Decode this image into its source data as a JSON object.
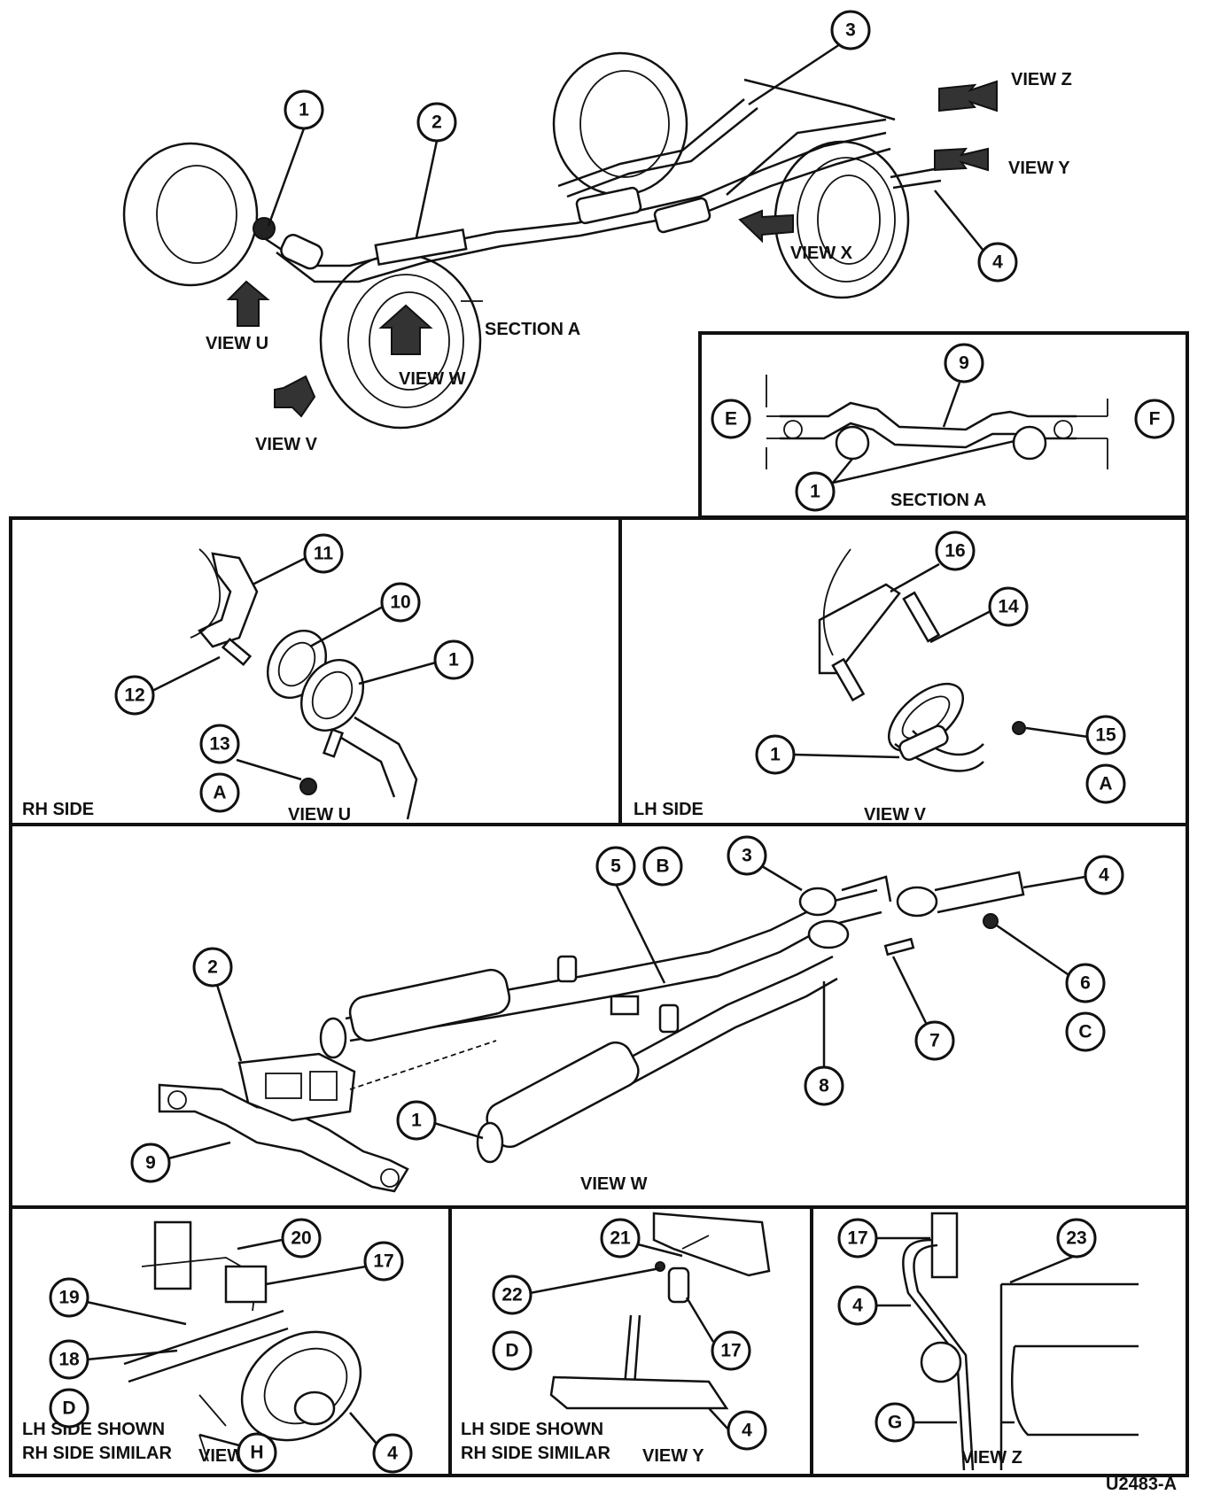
{
  "top": {
    "view_z": "VIEW Z",
    "view_y": "VIEW Y",
    "view_x": "VIEW X",
    "view_u": "VIEW U",
    "view_v": "VIEW V",
    "view_w": "VIEW W",
    "section_a": "SECTION A",
    "callouts": [
      "1",
      "2",
      "3",
      "4"
    ]
  },
  "section_a_panel": {
    "title": "SECTION A",
    "callouts": [
      "9",
      "1",
      "E",
      "F"
    ]
  },
  "view_u_panel": {
    "title": "VIEW U",
    "side": "RH SIDE",
    "callouts": [
      "11",
      "10",
      "1",
      "12",
      "13",
      "A"
    ]
  },
  "view_v_panel": {
    "title": "VIEW V",
    "side": "LH SIDE",
    "callouts": [
      "16",
      "14",
      "1",
      "15",
      "A"
    ]
  },
  "view_w_panel": {
    "title": "VIEW W",
    "callouts": [
      "5",
      "B",
      "3",
      "4",
      "2",
      "6",
      "C",
      "7",
      "8",
      "1",
      "9"
    ]
  },
  "view_x_panel": {
    "title": "VIEW X",
    "note_line1": "LH SIDE SHOWN",
    "note_line2": "RH SIDE SIMILAR",
    "callouts": [
      "20",
      "17",
      "19",
      "18",
      "D",
      "H",
      "4"
    ]
  },
  "view_y_panel": {
    "title": "VIEW Y",
    "note_line1": "LH SIDE SHOWN",
    "note_line2": "RH SIDE SIMILAR",
    "callouts": [
      "21",
      "22",
      "D",
      "17",
      "4"
    ]
  },
  "view_z_panel": {
    "title": "VIEW Z",
    "callouts": [
      "17",
      "23",
      "4",
      "G"
    ]
  },
  "figure_id": "U2483-A"
}
